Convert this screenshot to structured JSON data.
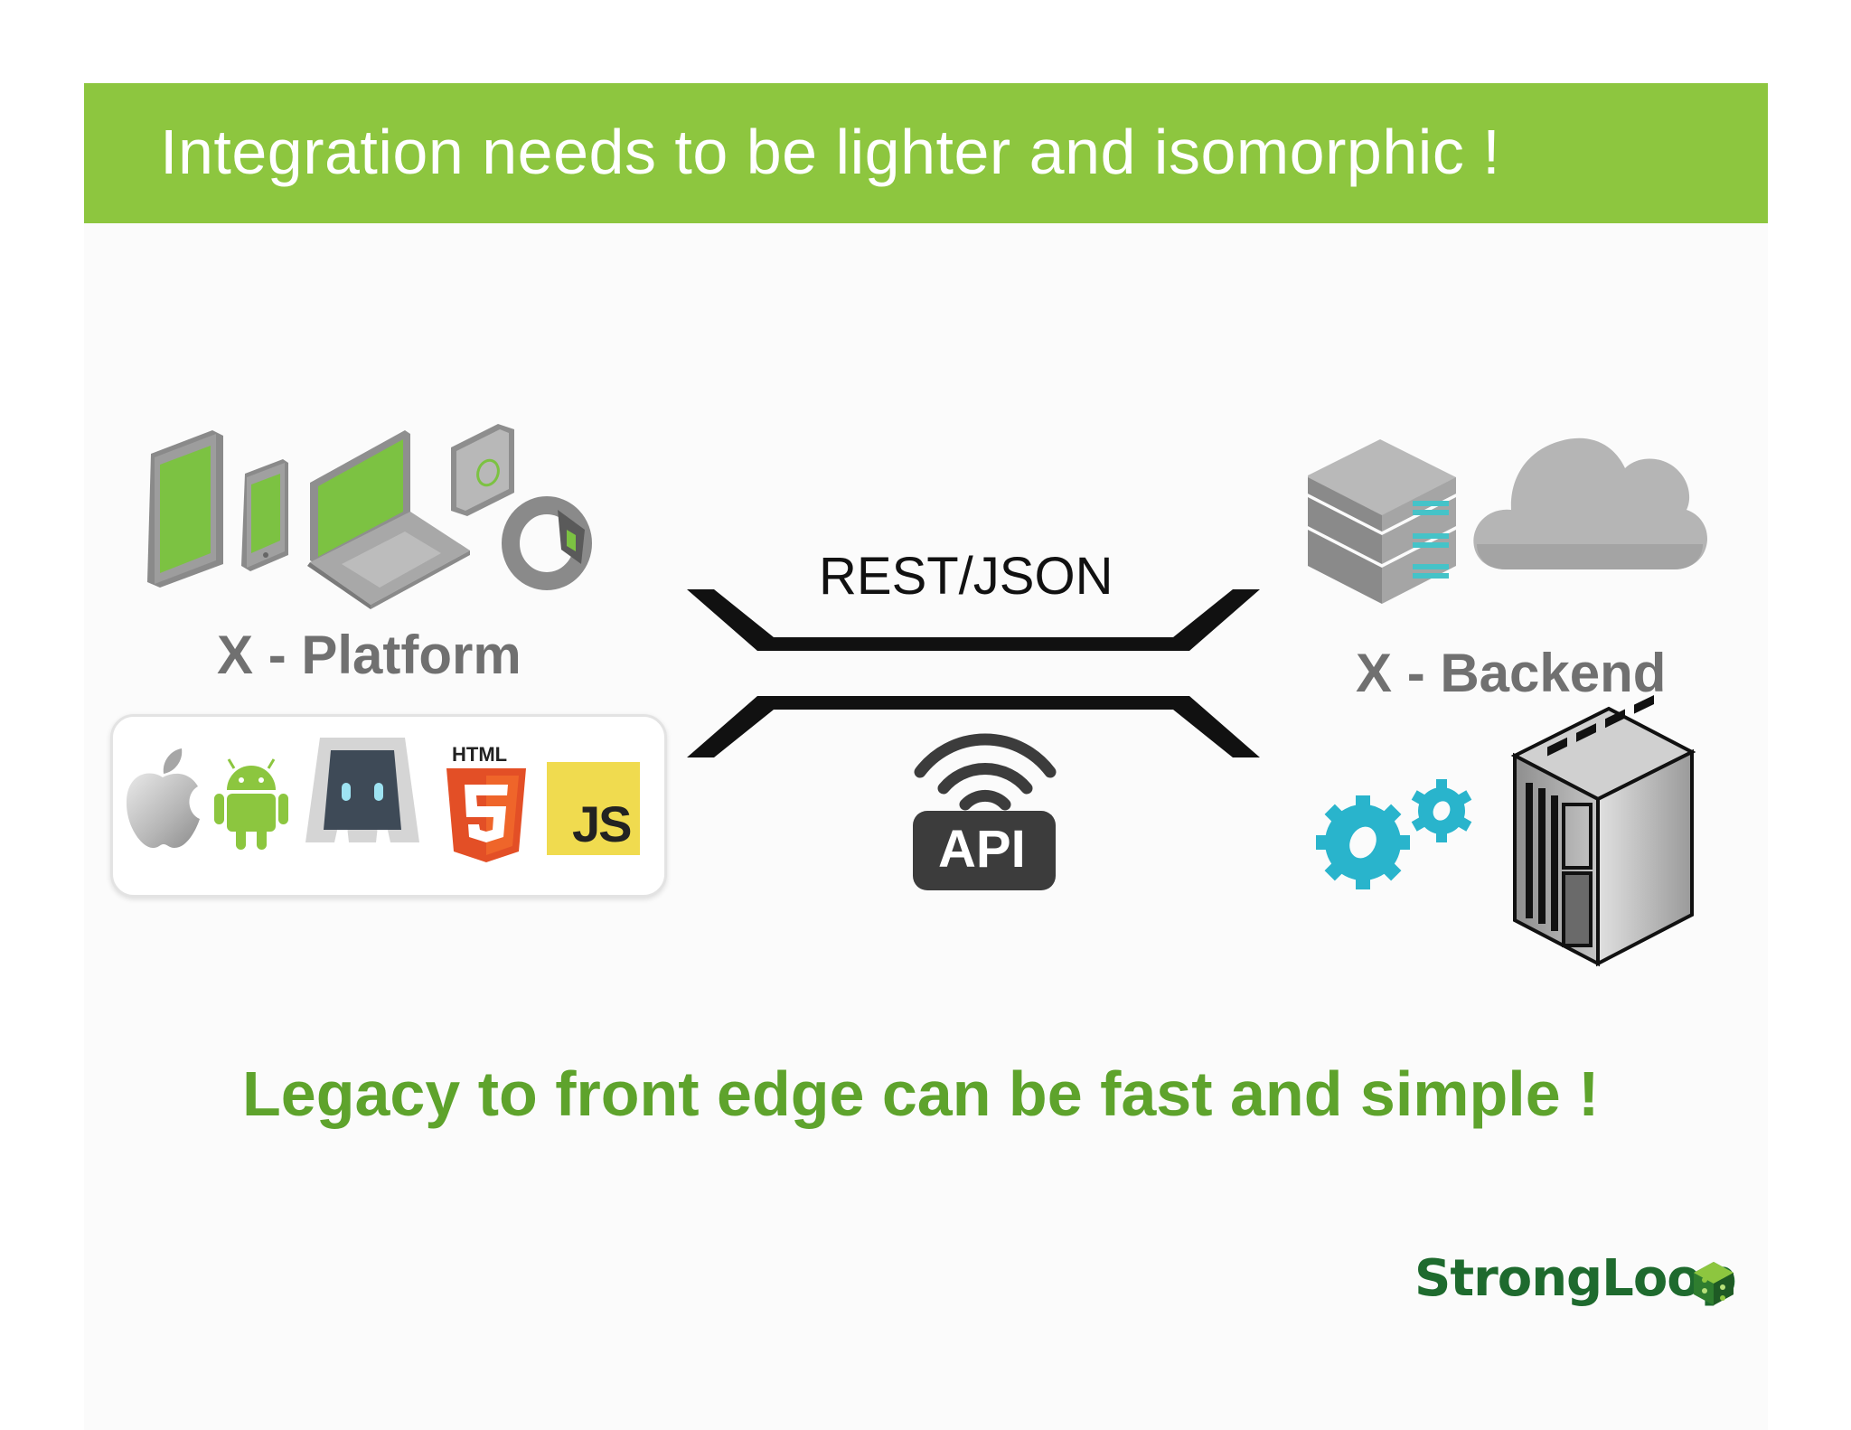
{
  "title": "Integration needs to be lighter and isomorphic !",
  "left": {
    "label": "X - Platform",
    "device_icons": [
      "tablet-icon",
      "phone-icon",
      "laptop-icon",
      "watch-icon",
      "band-icon"
    ],
    "tech_logos": [
      "apple-icon",
      "android-icon",
      "cordova-icon",
      "html5-icon",
      "js-icon"
    ],
    "html_badge": "HTML",
    "js_badge": "JS"
  },
  "center": {
    "protocol": "REST/JSON",
    "api_badge": "API"
  },
  "right": {
    "label": "X - Backend",
    "icons": [
      "server-rack-icon",
      "cloud-icon",
      "gears-icon",
      "mainframe-icon"
    ]
  },
  "tagline": "Legacy to front edge can be fast and simple !",
  "logo": "StrongLoop",
  "colors": {
    "title_bar": "#8dc63f",
    "tagline": "#5ea32c",
    "label_gray": "#707070",
    "logo": "#1e6a2e"
  }
}
